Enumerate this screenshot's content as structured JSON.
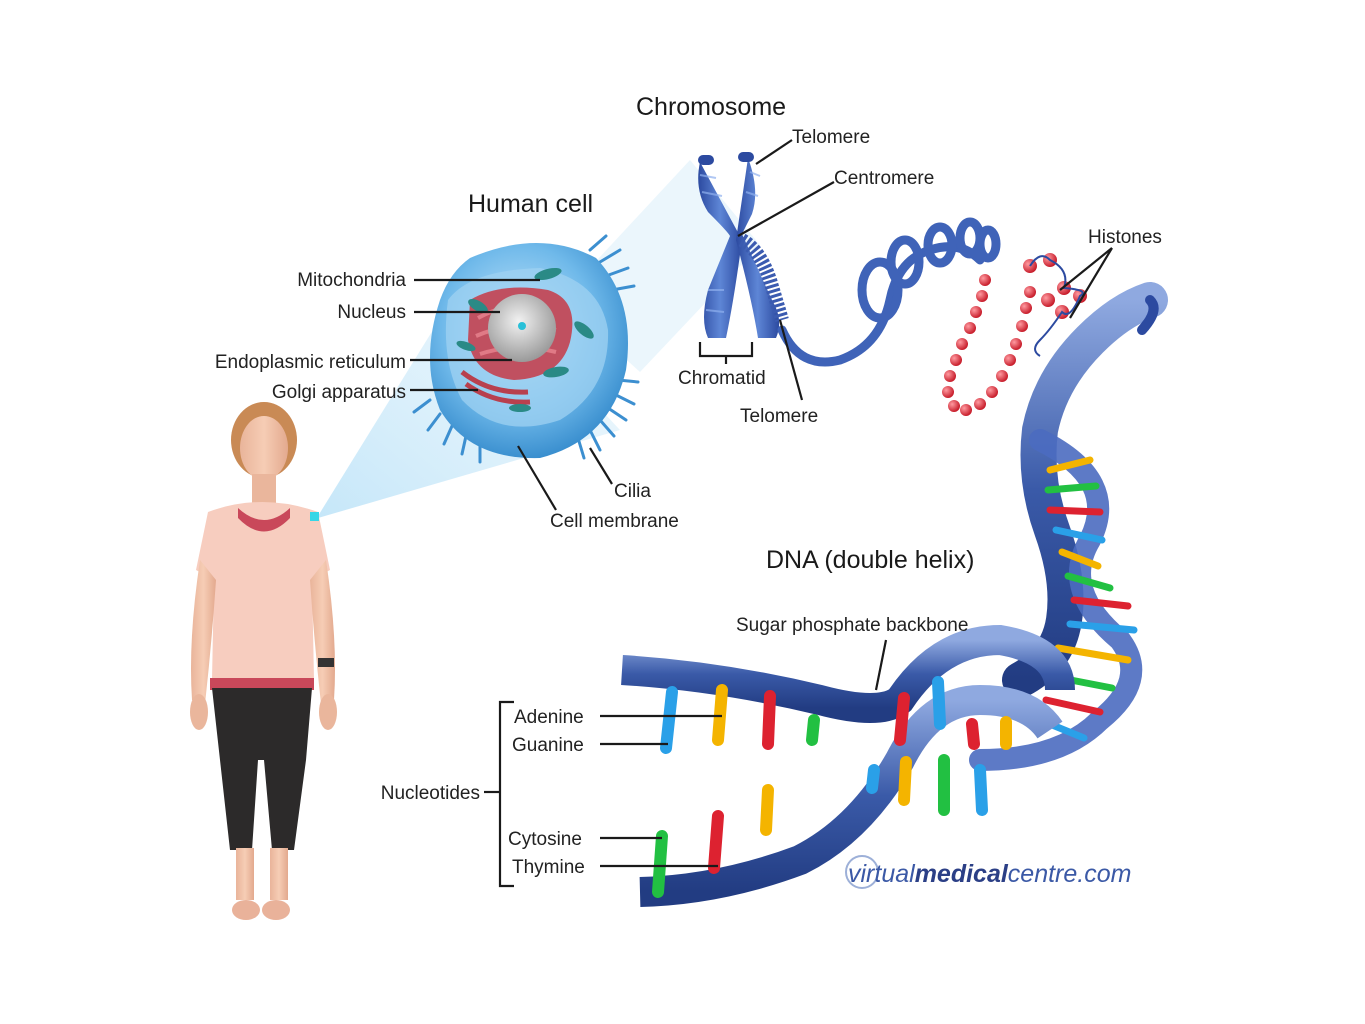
{
  "titles": {
    "chromosome": "Chromosome",
    "human_cell": "Human cell",
    "dna": "DNA (double helix)"
  },
  "cell_labels": {
    "mitochondria": "Mitochondria",
    "nucleus": "Nucleus",
    "endoplasmic_reticulum": "Endoplasmic reticulum",
    "golgi_apparatus": "Golgi apparatus",
    "cilia": "Cilia",
    "cell_membrane": "Cell membrane"
  },
  "chromosome_labels": {
    "telomere_top": "Telomere",
    "centromere": "Centromere",
    "chromatid": "Chromatid",
    "telomere_bottom": "Telomere",
    "histones": "Histones"
  },
  "dna_labels": {
    "backbone": "Sugar phosphate backbone",
    "adenine": "Adenine",
    "guanine": "Guanine",
    "nucleotides": "Nucleotides",
    "cytosine": "Cytosine",
    "thymine": "Thymine"
  },
  "brand": {
    "part1": "virtual",
    "part2": "medical",
    "part3": "centre.com"
  },
  "colors": {
    "cell_blue": "#5fb0e6",
    "chromosome_blue": "#3f63b8",
    "histone_red": "#e0303c",
    "adenine": "#f4b400",
    "guanine": "#2aa0e8",
    "cytosine": "#22c042",
    "thymine": "#dd2230",
    "backbone": "#3a5aa8"
  }
}
